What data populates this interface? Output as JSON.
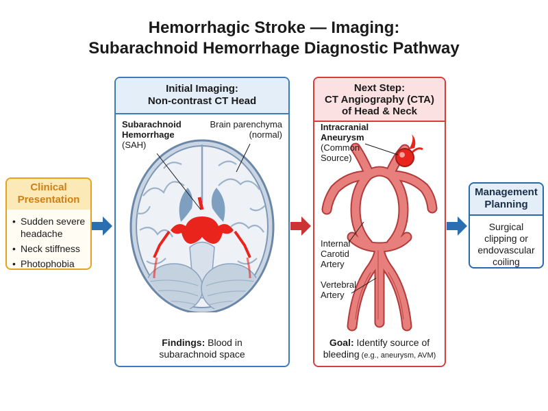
{
  "title": {
    "line1": "Hemorrhagic Stroke — Imaging:",
    "line2": "Subarachnoid Hemorrhage Diagnostic Pathway"
  },
  "clinical": {
    "heading_line1": "Clinical",
    "heading_line2": "Presentation",
    "items": [
      "Sudden severe headache",
      "Neck stiffness",
      "Photophobia"
    ]
  },
  "ct": {
    "heading_line1": "Initial Imaging:",
    "heading_line2": "Non-contrast CT Head",
    "label_sah_line1": "Subarachnoid",
    "label_sah_line2": "Hemorrhage",
    "label_sah_line3": "(SAH)",
    "label_brain_line1": "Brain parenchyma",
    "label_brain_line2": "(normal)",
    "findings_bold": "Findings:",
    "findings_line1": " Blood in",
    "findings_line2": "subarachnoid space"
  },
  "cta": {
    "heading_line1": "Next Step:",
    "heading_line2": "CT Angiography (CTA)",
    "heading_line3": "of Head & Neck",
    "label_aneurysm_line1": "Intracranial",
    "label_aneurysm_line2": "Aneurysm",
    "label_aneurysm_line3": "(Common",
    "label_aneurysm_line4": "Source)",
    "label_carotid_line1": "Internal",
    "label_carotid_line2": "Carotid",
    "label_carotid_line3": "Artery",
    "label_vertebral_line1": "Vertebral",
    "label_vertebral_line2": "Artery",
    "goal_bold": "Goal:",
    "goal_line1": " Identify source of",
    "goal_line2": "bleeding",
    "goal_line2_small": " (e.g., aneurysm, AVM)"
  },
  "management": {
    "heading_line1": "Management",
    "heading_line2": "Planning",
    "body_line1": "Surgical",
    "body_line2": "clipping or",
    "body_line3": "endovascular",
    "body_line4": "coiling"
  },
  "colors": {
    "clinical": "#e8a020",
    "ct": "#3f7ab8",
    "cta": "#d63c3c",
    "management": "#2a68a8",
    "blood": "#e8241c"
  }
}
